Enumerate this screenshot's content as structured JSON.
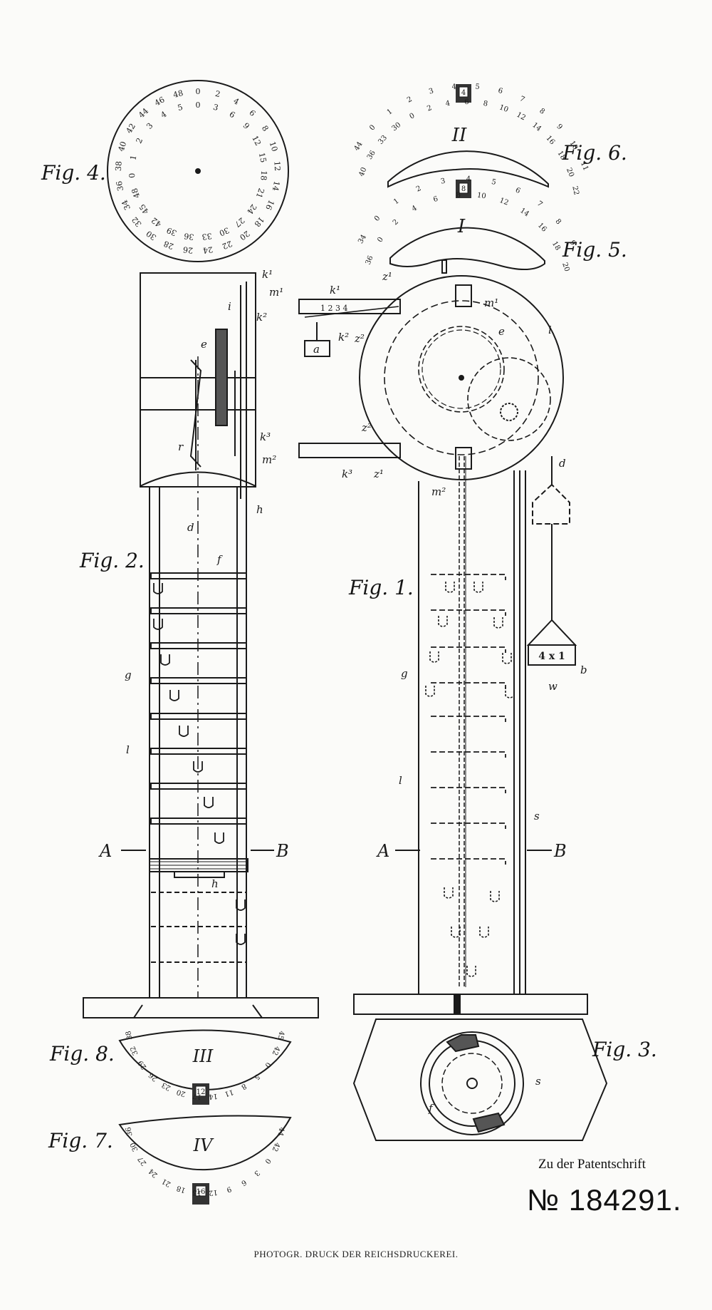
{
  "figures": {
    "fig1": "Fig. 1.",
    "fig2": "Fig. 2.",
    "fig3": "Fig. 3.",
    "fig4": "Fig. 4.",
    "fig5": "Fig. 5.",
    "fig6": "Fig. 6.",
    "fig7": "Fig. 7.",
    "fig8": "Fig. 8."
  },
  "dial_numerals": {
    "fig4_dial": [
      "0",
      "2",
      "4",
      "6",
      "8",
      "10",
      "12",
      "14",
      "16",
      "18",
      "20",
      "22",
      "24",
      "26",
      "28",
      "30",
      "32",
      "34",
      "36",
      "38",
      "40",
      "42",
      "44",
      "46",
      "48",
      "0",
      "3",
      "6",
      "9",
      "12",
      "15",
      "18",
      "21",
      "24",
      "27",
      "30",
      "33",
      "36",
      "39",
      "42",
      "45",
      "48",
      "0",
      "1",
      "2",
      "3",
      "4",
      "5"
    ],
    "fig5_upper_row": [
      "34",
      "0",
      "1",
      "2",
      "3",
      "4",
      "5",
      "6",
      "7",
      "8",
      "9"
    ],
    "fig5_lower_row": [
      "36",
      "0",
      "2",
      "4",
      "6",
      "8",
      "10",
      "12",
      "14",
      "16",
      "18",
      "20"
    ],
    "fig6_upper_row": [
      "44",
      "0",
      "1",
      "2",
      "3",
      "4",
      "5",
      "6",
      "7",
      "8",
      "9",
      "10",
      "11"
    ],
    "fig6_lower_row": [
      "40",
      "36",
      "33",
      "30",
      "0",
      "2",
      "4",
      "6",
      "8",
      "10",
      "12",
      "14",
      "16",
      "18",
      "20",
      "22"
    ],
    "fig7_numerals": [
      "36",
      "30",
      "27",
      "24",
      "21",
      "18",
      "15",
      "12",
      "9",
      "6",
      "3",
      "0",
      "42",
      "44"
    ],
    "fig8_numerals": [
      "38",
      "32",
      "29",
      "26",
      "23",
      "20",
      "17",
      "14",
      "11",
      "8",
      "5",
      "0",
      "42",
      "45"
    ]
  },
  "dial_roman": {
    "fig5": "I",
    "fig6": "II",
    "fig7": "IV",
    "fig8": "III"
  },
  "dial_windows": {
    "fig5": "8",
    "fig6": "4",
    "fig7": "16",
    "fig8": "12"
  },
  "part_letters": {
    "k1": "k¹",
    "k2": "k²",
    "k3": "k³",
    "m1": "m¹",
    "m2": "m²",
    "z1": "z¹",
    "z2": "z²",
    "a": "a",
    "b": "b",
    "d": "d",
    "e": "e",
    "f": "f",
    "g": "g",
    "h": "h",
    "i": "i",
    "r": "r",
    "s": "s",
    "w": "w",
    "l": "l",
    "A": "A",
    "B": "B",
    "weight_box": "4 x 1",
    "arm_digits": "1 2 3 4"
  },
  "patent": {
    "caption": "Zu der Patentschrift",
    "number": "№ 184291."
  },
  "printer_line": "PHOTOGR. DRUCK DER REICHSDRUCKEREI.",
  "colors": {
    "paper": "#fbfbf9",
    "ink": "#1a1a1a"
  }
}
